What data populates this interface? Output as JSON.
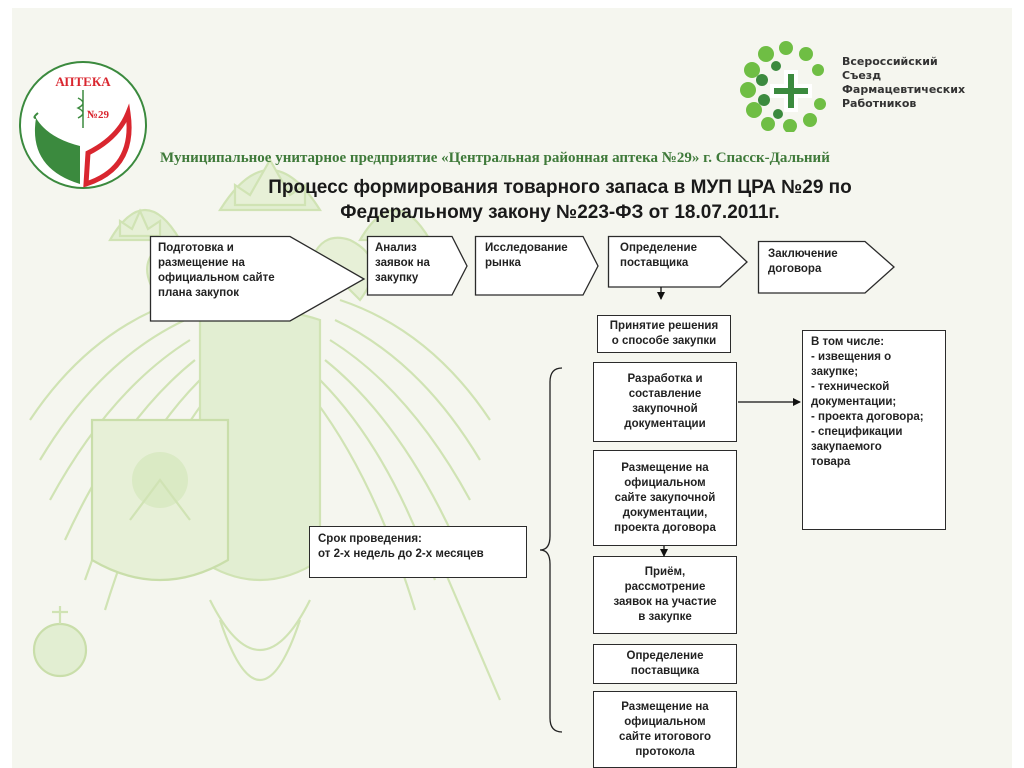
{
  "logos": {
    "apteka_text": "АПТЕКА",
    "apteka_number": "№29",
    "congress_lines": [
      "Всероссийский",
      "Съезд",
      "Фармацевтических",
      "Работников"
    ]
  },
  "header": {
    "subtitle": "Муниципальное унитарное предприятие «Центральная районная аптека №29» г. Спасск-Дальний",
    "title_line1": "Процесс формирования товарного запаса в МУП ЦРА №29 по",
    "title_line2": "Федеральному закону  №223-ФЗ от 18.07.2011г."
  },
  "process": {
    "step1": [
      "Подготовка и",
      "размещение на",
      "официальном сайте",
      "плана  закупок"
    ],
    "step2": [
      "Анализ",
      "заявок на",
      "закупку"
    ],
    "step3": [
      "Исследование",
      "рынка"
    ],
    "step4": [
      "Определение",
      "поставщика"
    ],
    "step5": [
      "Заключение",
      "договора"
    ]
  },
  "sub_steps": {
    "decision": [
      "Принятие решения",
      "о способе закупки"
    ],
    "docs": [
      "Разработка и",
      "составление",
      "закупочной",
      "документации"
    ],
    "publish": [
      "Размещение на",
      "официальном",
      "сайте закупочной",
      "документации,",
      "проекта договора"
    ],
    "receive": [
      "Приём,",
      "рассмотрение",
      "заявок на участие",
      "в закупке"
    ],
    "supplier": [
      "Определение",
      "поставщика"
    ],
    "protocol": [
      "Размещение на",
      "официальном",
      "сайте итогового",
      "протокола"
    ]
  },
  "includes": {
    "heading": "В том числе:",
    "items": [
      "- извещения о",
      "закупке;",
      "- технической",
      "документации;",
      "- проекта договора;",
      "- спецификации",
      "закупаемого",
      "товара"
    ]
  },
  "duration": {
    "label": "Срок проведения:",
    "value": "от 2-х недель до 2-х месяцев"
  },
  "colors": {
    "green_dark": "#3b8a3e",
    "green_light": "#6fbe44",
    "red": "#d9262f",
    "subtitle_green": "#3f7a3a",
    "watermark": "#cfe3b0"
  }
}
